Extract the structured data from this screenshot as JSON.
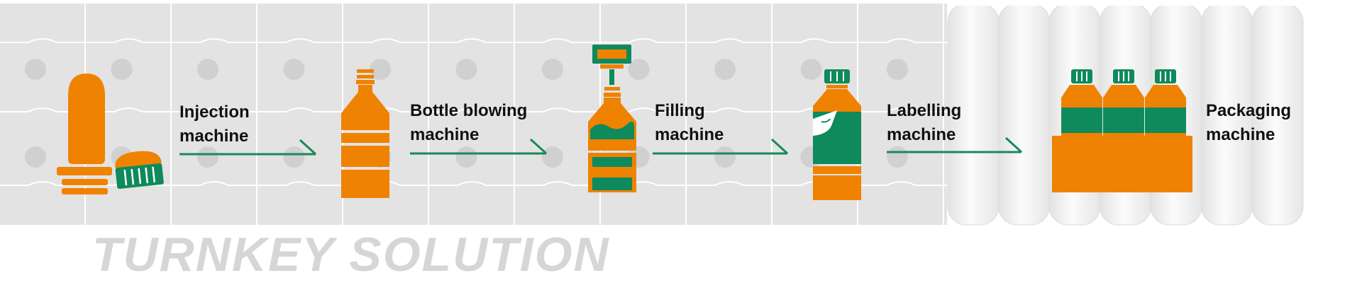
{
  "colors": {
    "background_band": "#e3e3e3",
    "tile_line": "#ffffff",
    "dot": "#d0d0d0",
    "orange": "#ef8200",
    "green": "#0e8a5c",
    "arrow": "#168a5a",
    "film": "#f4f4f4",
    "title_text": "#d6d6d6",
    "label_text": "#111111"
  },
  "steps": [
    {
      "id": "injection",
      "line1": "Injection",
      "line2": "machine",
      "icon": "preform-and-cap-icon"
    },
    {
      "id": "blowing",
      "line1": "Bottle blowing",
      "line2": "machine",
      "icon": "empty-bottle-icon"
    },
    {
      "id": "filling",
      "line1": "Filling",
      "line2": "machine",
      "icon": "filled-bottle-icon"
    },
    {
      "id": "labelling",
      "line1": "Labelling",
      "line2": "machine",
      "icon": "labelled-bottle-icon"
    },
    {
      "id": "packaging",
      "line1": "Packaging",
      "line2": "machine",
      "icon": "bottle-pack-icon"
    }
  ],
  "title": "TURNKEY SOLUTION"
}
